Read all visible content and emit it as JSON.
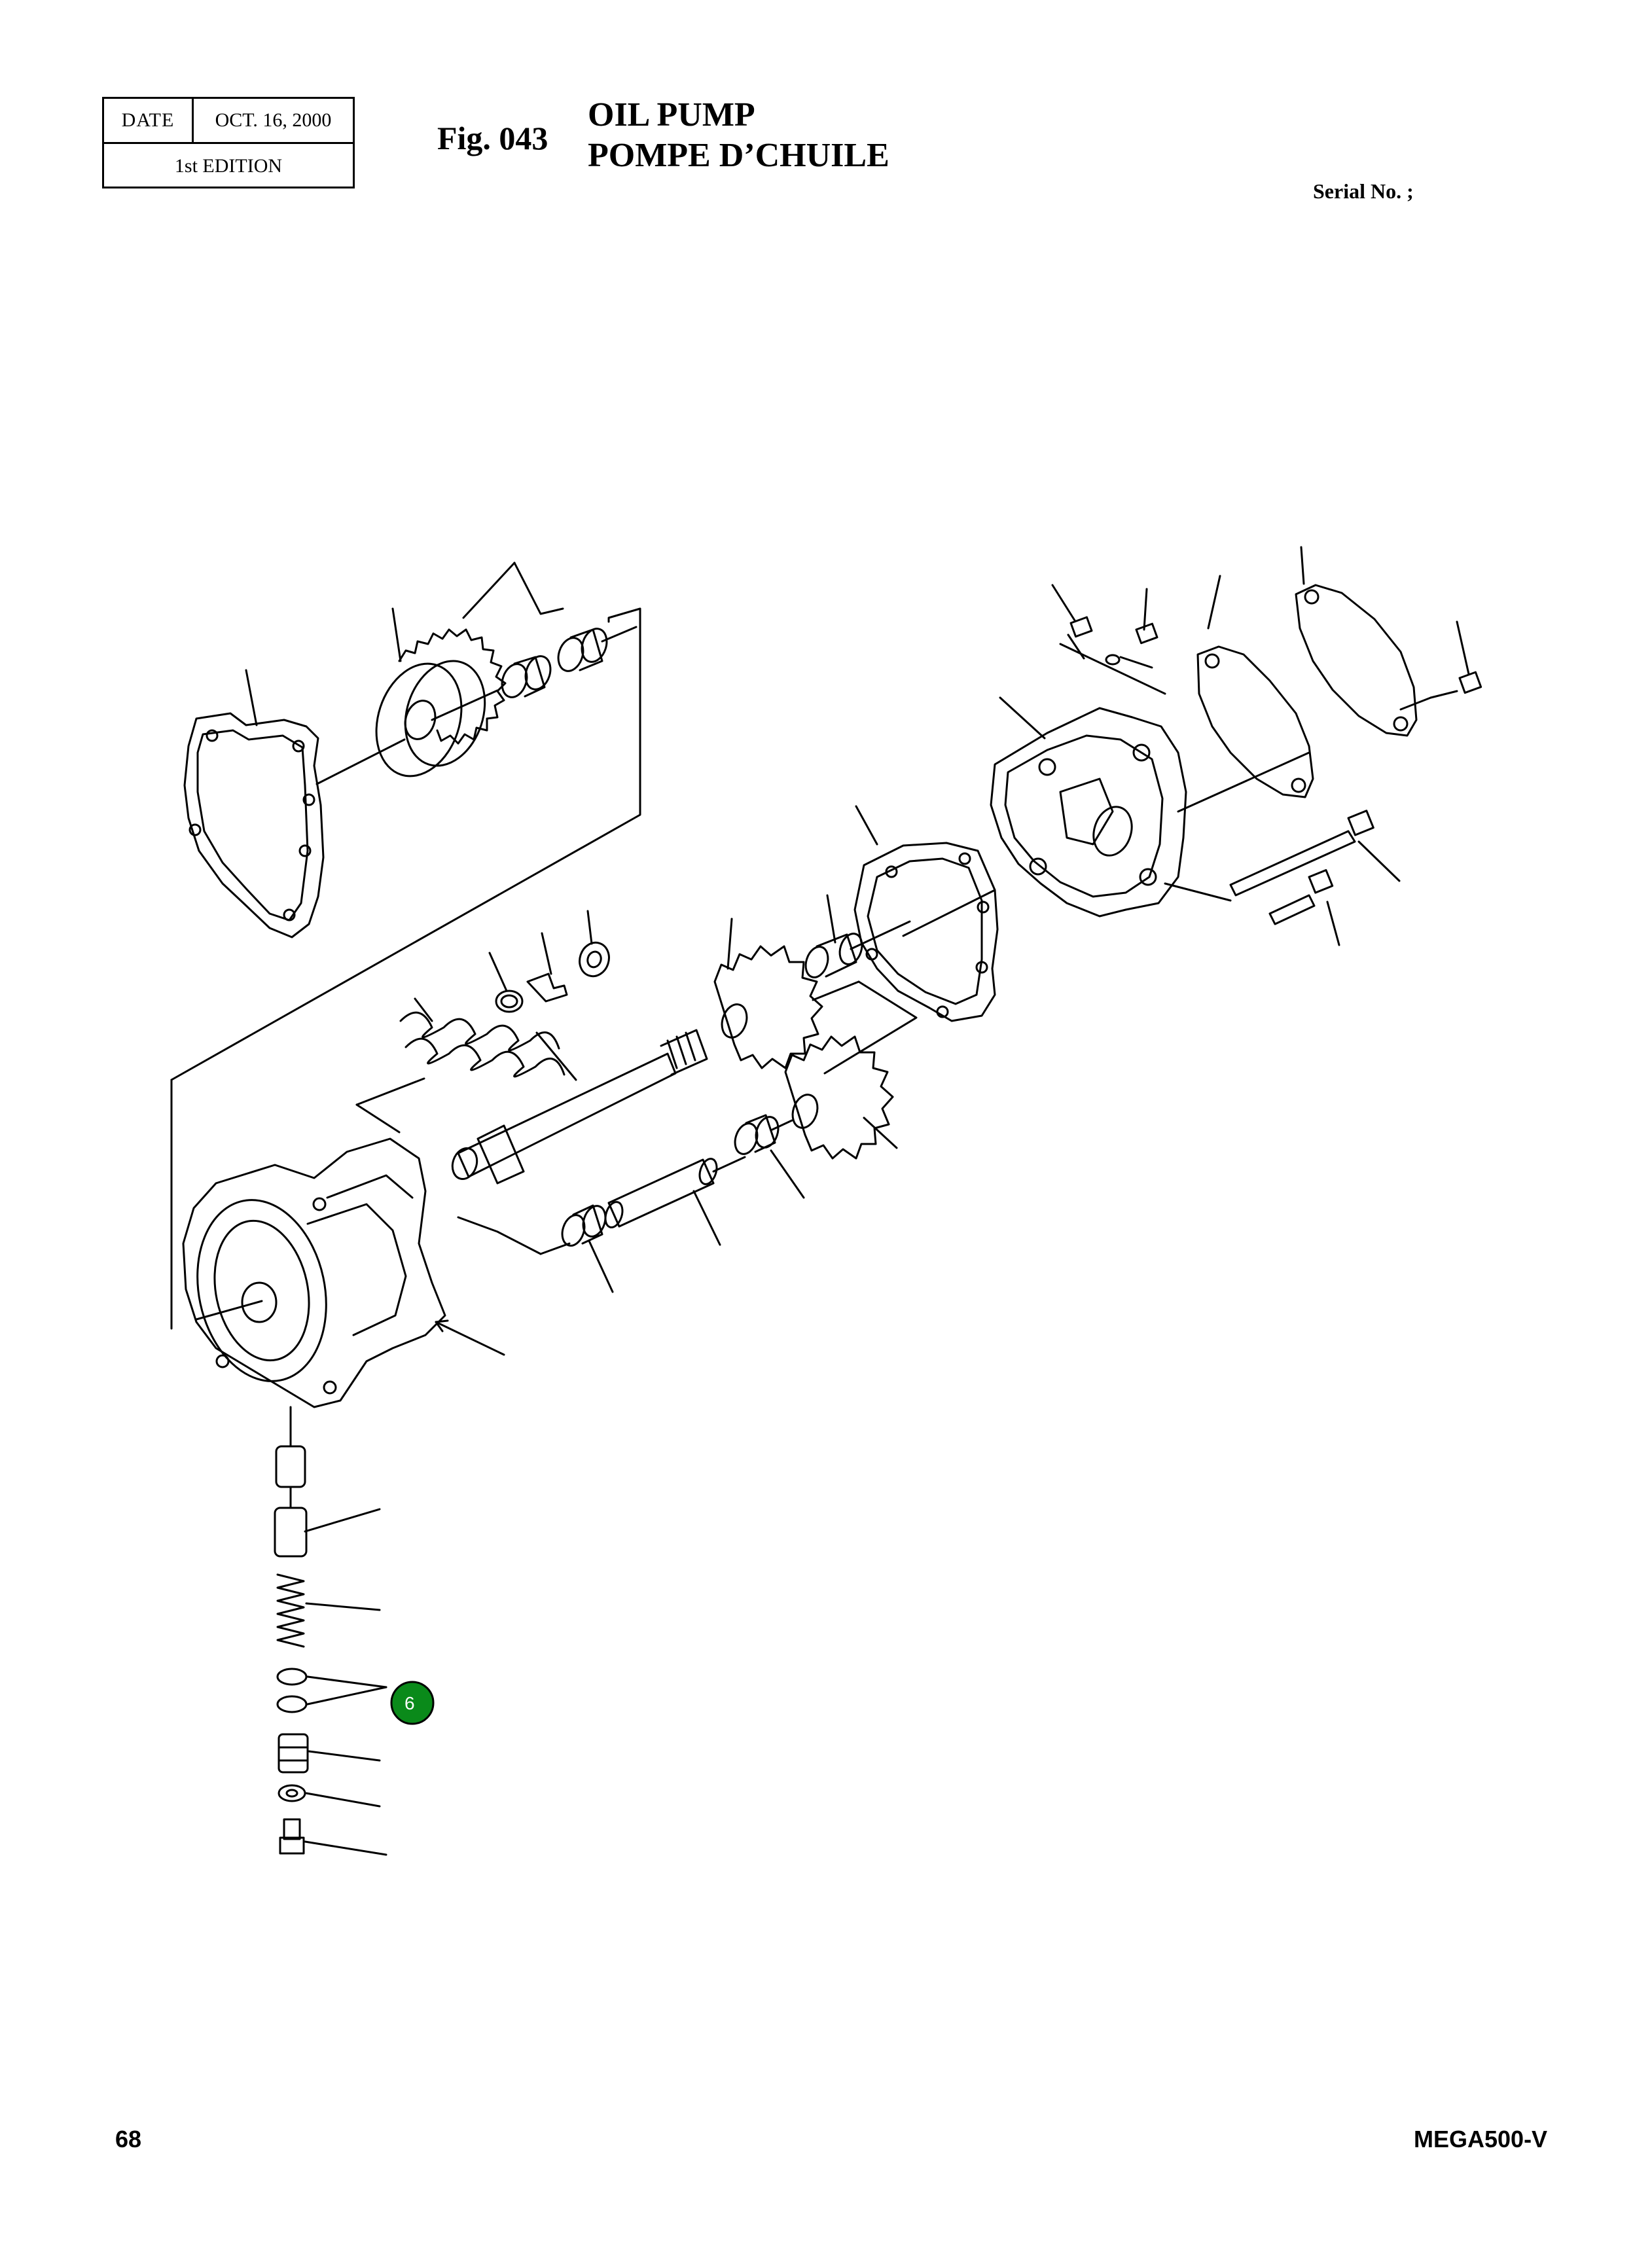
{
  "header": {
    "date_label": "DATE",
    "date_value": "OCT. 16, 2000",
    "edition": "1st EDITION",
    "figure_number": "Fig. 043",
    "title_en": "OIL PUMP",
    "title_fr": "POMPE D’CHUILE",
    "serial_label": "Serial No. ;"
  },
  "callouts": [
    {
      "label": "6",
      "color": "#0a8a1a"
    }
  ],
  "footer": {
    "page_number": "68",
    "model": "MEGA500-V"
  }
}
